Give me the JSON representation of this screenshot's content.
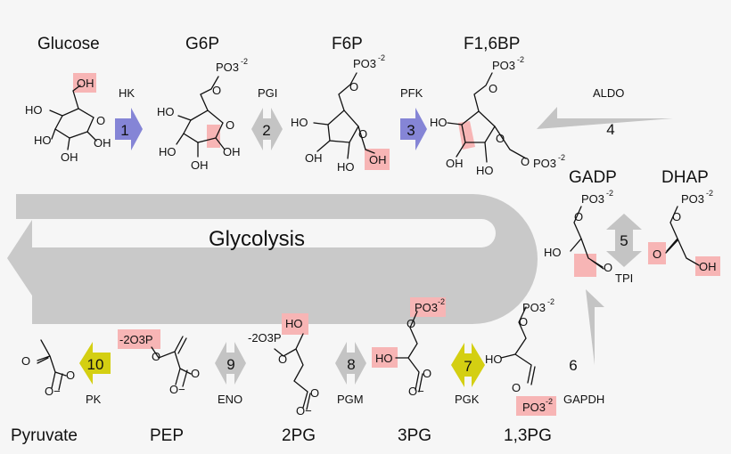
{
  "title": "Glycolysis",
  "metabolites": {
    "glucose": "Glucose",
    "g6p": "G6P",
    "f6p": "F6P",
    "f16bp": "F1,6BP",
    "gadp": "GADP",
    "dhap": "DHAP",
    "pyruvate": "Pyruvate",
    "pep": "PEP",
    "pg2": "2PG",
    "pg3": "3PG",
    "bpg13": "1,3PG"
  },
  "enzymes": {
    "hk": "HK",
    "pgi": "PGI",
    "pfk": "PFK",
    "aldo": "ALDO",
    "tpi": "TPI",
    "gapdh": "GAPDH",
    "pgk": "PGK",
    "pgm": "PGM",
    "eno": "ENO",
    "pk": "PK"
  },
  "steps": {
    "s1": "1",
    "s2": "2",
    "s3": "3",
    "s4": "4",
    "s5": "5",
    "s6": "6",
    "s7": "7",
    "s8": "8",
    "s9": "9",
    "s10": "10"
  },
  "chem": {
    "oh": "OH",
    "ho": "HO",
    "o": "O",
    "o_minus": "O−",
    "po3": "PO3",
    "charge": "-2",
    "o3p_left": "-2O3P"
  },
  "colors": {
    "irreversible_blue": "#8585d6",
    "irreversible_yellow": "#d4cf12",
    "reversible_gray": "#c4c4c4",
    "highlight": "#f7b5b5",
    "pathway_band": "#c9c9c9"
  }
}
